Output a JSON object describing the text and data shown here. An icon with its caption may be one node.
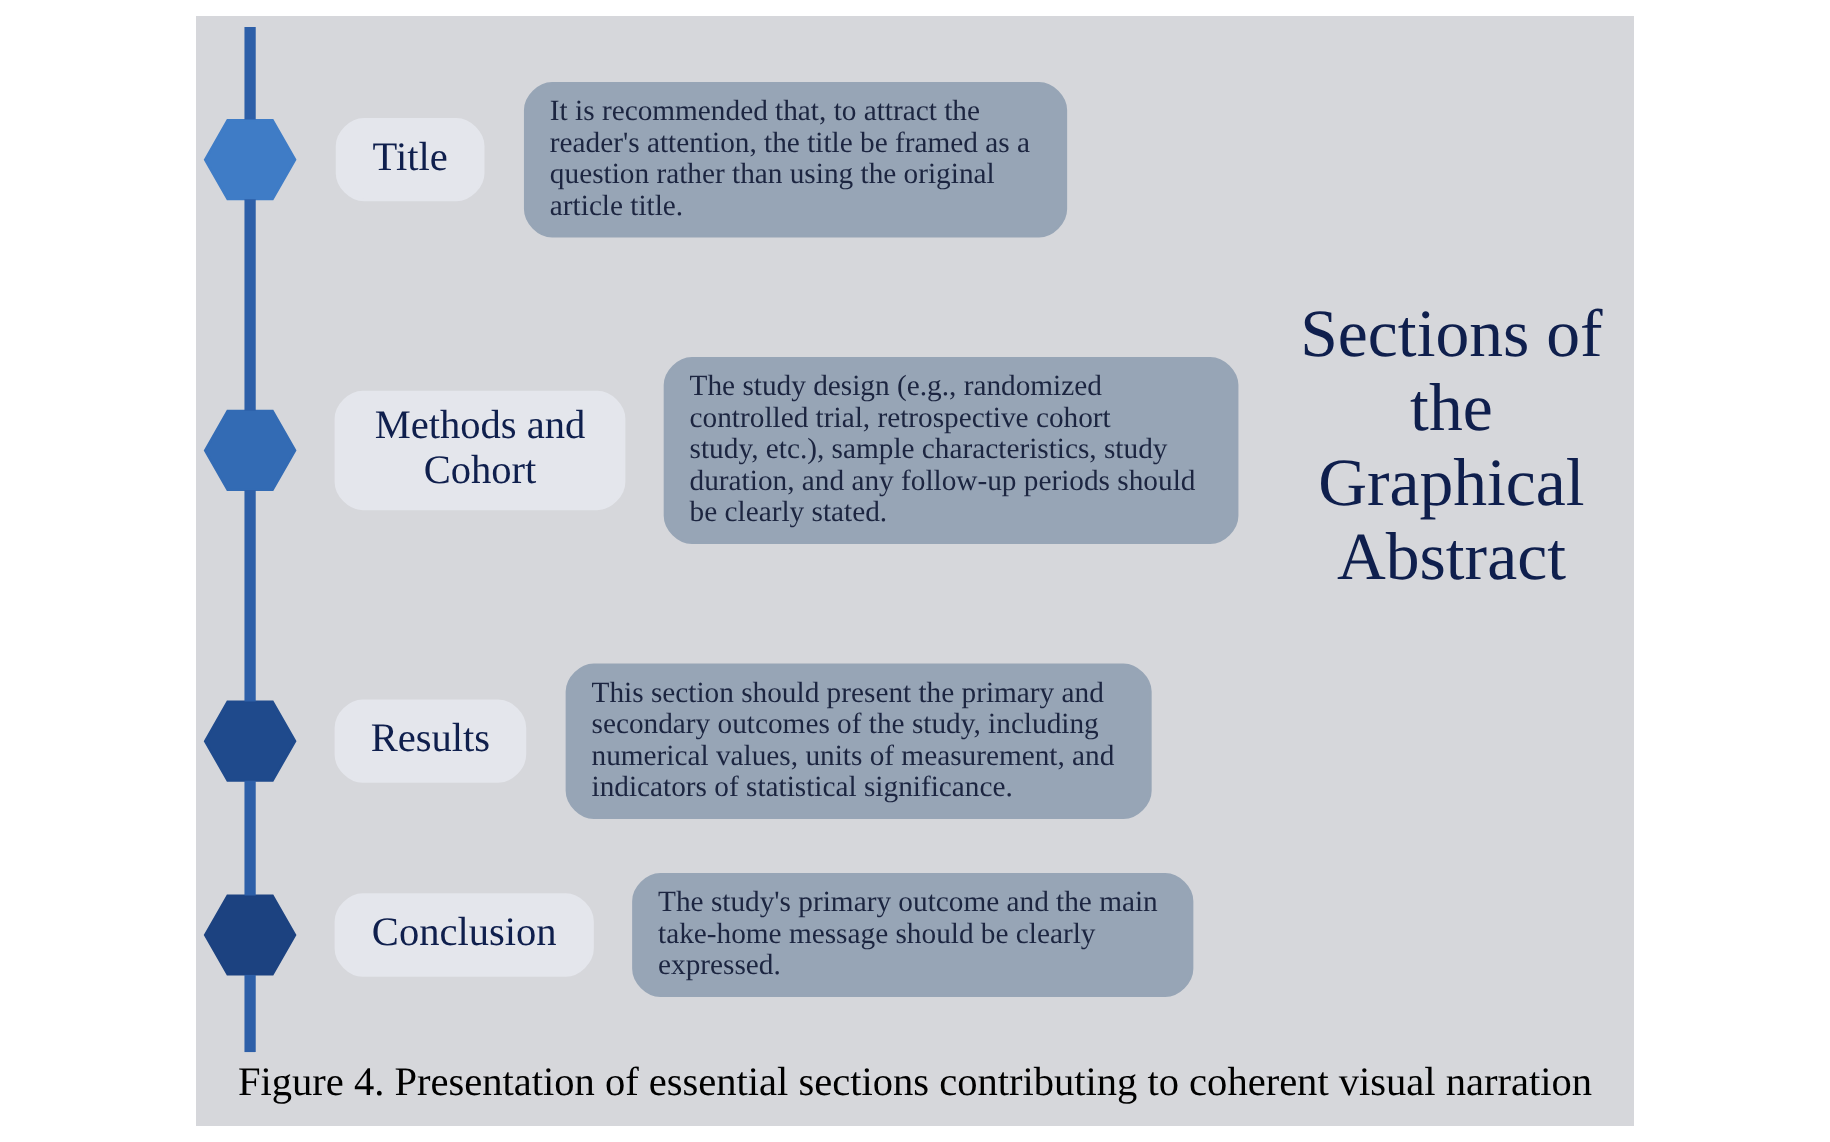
{
  "diagram": {
    "caption": "Figure 4. Presentation of essential sections contributing to coherent visual narration",
    "nodes": [
      {
        "text": [],
        "shape": "hexagon"
      },
      {
        "text": [
          "Title"
        ]
      },
      {
        "text": [
          "It is recommended that, to attract the reader's attention, the title be framed as a question rather than using the original article title."
        ]
      },
      {
        "text": [],
        "shape": "hexagon"
      },
      {
        "text": [
          "Methods and Cohort"
        ]
      },
      {
        "text": [
          "The study design (e.g., randomized controlled trial, retrospective cohort study, etc.), sample characteristics, study duration, and any follow-up periods should be clearly stated."
        ]
      },
      {
        "text": [],
        "shape": "hexagon"
      },
      {
        "text": [
          "Results"
        ]
      },
      {
        "text": [
          "This section should present the primary and secondary outcomes of the study, including numerical values, units of measurement, and indicators of statistical significance."
        ]
      },
      {
        "text": [],
        "shape": "hexagon"
      },
      {
        "text": [
          "Conclusion"
        ]
      },
      {
        "text": [
          "The study's primary outcome and the main take-home message should be clearly expressed."
        ]
      }
    ],
    "edges": [
      {
        "from": null,
        "to": 0,
        "arrow": "none"
      },
      {
        "from": 0,
        "to": 3,
        "arrow": "none"
      },
      {
        "from": 3,
        "to": 6,
        "arrow": "none"
      },
      {
        "from": 6,
        "to": 9,
        "arrow": "none"
      },
      {
        "from": 9,
        "to": null,
        "arrow": "none"
      }
    ],
    "labels": [
      "Sections of the Graphical Abstract"
    ]
  }
}
